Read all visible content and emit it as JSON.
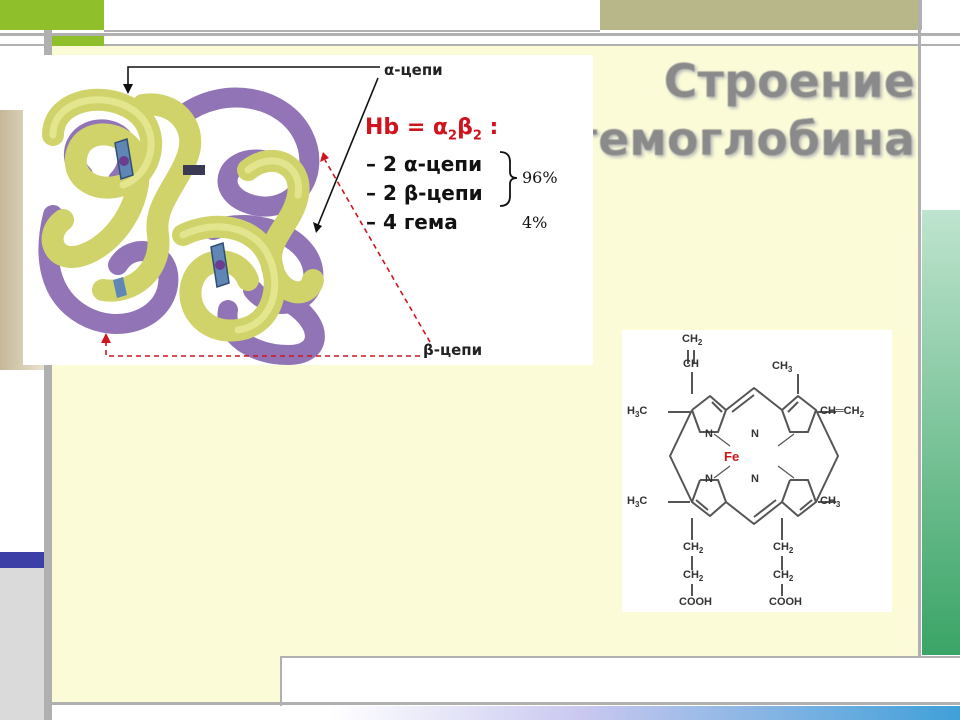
{
  "slide": {
    "title_line1": "Строение",
    "title_line2": "гемоглобина"
  },
  "protein_figure": {
    "alpha_label": "α-цепи",
    "beta_label": "β-цепи",
    "formula_prefix": "Hb = α",
    "formula_sub1": "2",
    "formula_mid": "β",
    "formula_sub2": "2",
    "formula_suffix": " :",
    "items": [
      {
        "text": "– 2 α-цепи"
      },
      {
        "text": "– 2 β-цепи"
      },
      {
        "text": "– 4 гема"
      }
    ],
    "globin_percent": "96%",
    "heme_percent": "4%"
  },
  "heme_structure": {
    "center_atom": "Fe",
    "nitrogen": "N",
    "top_left_ch2": "CH",
    "top_left_ch2_sub": "2",
    "top_left_ch": "CH",
    "top_right_ch3": "CH",
    "top_right_ch3_sub": "3",
    "left_upper_ch3": "H",
    "left_upper_ch3_sub": "3",
    "left_upper_ch3_c": "C",
    "right_upper_vinyl": "CH",
    "right_upper_vinyl_eq": "═CH",
    "right_upper_vinyl_sub": "2",
    "left_lower_ch3": "H",
    "left_lower_ch3_sub": "3",
    "left_lower_ch3_c": "C",
    "right_lower_ch3": "CH",
    "right_lower_ch3_sub": "3",
    "chain_ch2": "CH",
    "chain_ch2_sub": "2",
    "cooh": "COOH"
  },
  "colors": {
    "frame_olive": "#a9a96a",
    "frame_green": "#8fbf2b",
    "frame_blue": "#3b3fa6",
    "frame_grey": "#cfcfcf",
    "bg_yellow": "#fbfbd8",
    "accent_red": "#d0141e",
    "side_green": "#3aa466",
    "alpha_chain": "#d8dc7a",
    "beta_chain": "#8c6db3"
  }
}
